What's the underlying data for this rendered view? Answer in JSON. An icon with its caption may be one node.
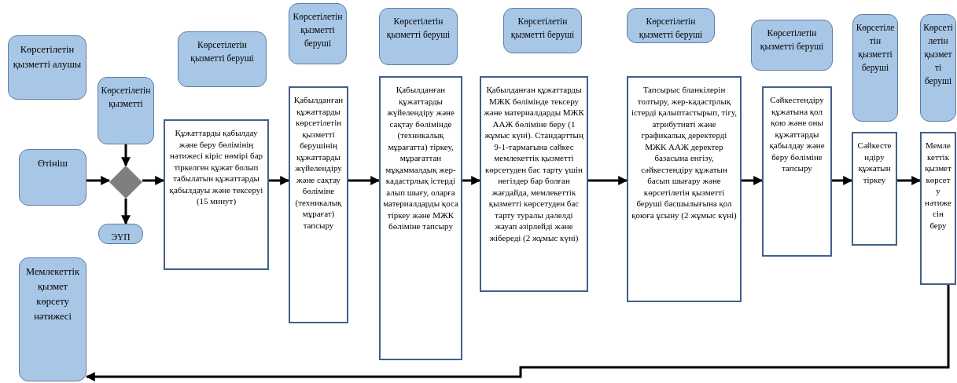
{
  "diagram": {
    "nodes": [
      {
        "text": [
          "Көрсетілетін қызметті алушы"
        ]
      },
      {
        "text": [
          "Өтініш"
        ]
      },
      {
        "text": [
          "Көрсетілетін қызметті"
        ]
      },
      {
        "text": [],
        "shape": "diamond"
      },
      {
        "text": [
          "ЭҮП"
        ]
      },
      {
        "text": [
          "Мемлекеттік қызмет көрсету нәтижесі"
        ]
      },
      {
        "text": [
          "Көрсетілетін қызметті беруші"
        ]
      },
      {
        "text": [
          "Құжаттарды қабылдау және беру бөлімінің нәтижесі кіріс нөмірі бар тіркелген құжат болып табылатын құжаттарды қабылдауы және тексеруі (15 минут)"
        ]
      },
      {
        "text": [
          "Көрсетілетін қызметті беруші"
        ]
      },
      {
        "text": [
          "Қабылданған құжаттарды көрсетілетін қызметті берушінің құжаттарды жүйелендіру және сақтау бөлімінe (техникалық мұрағат) тапсыру"
        ]
      },
      {
        "text": [
          "Көрсетілетін қызметті беруші"
        ]
      },
      {
        "text": [
          "Қабылданған құжаттарды жүйелендіру және сақтау бөлімінде (техникалық мұрағатта) тіркеу, мұрағаттан мұқаммалдық жер-кадастрлық істерді алып шығу, оларға материалдарды қоса тіркеу және МЖК бөліміне тапсыру"
        ]
      },
      {
        "text": [
          "Көрсетілетін қызметті беруші"
        ]
      },
      {
        "text": [
          "Қабылданған құжаттарды МЖК бөлімінде тексеру және материалдарды МЖК ААЖ бөліміне беру (1 жұмыс күні). Стандарттың 9-1-тармағына сәйкес мемлекеттік қызметті көрсетуден бас тарту үшін негіздер бар болған жағдайда, мемлекеттік қызметті көрсетуден бас тарту туралы дәлелді жауап әзірлейді және жібереді (2 жұмыс күні)"
        ]
      },
      {
        "text": [
          "Көрсетілетін қызметті беруші"
        ]
      },
      {
        "text": [
          "Тапсырыс бланкілерін толтыру, жер-кадастрлық істерді қалыптастырып, тігу, атрибутивті және графикалық деректерді МЖК ААЖ деректер базасына енгізу, сәйкестендіру құжатын басып шығару және көрсетілетін қызметті беруші басшылығына қол қоюға ұсыну (2 жұмыс күні)"
        ]
      },
      {
        "text": [
          "Көрсетілетін қызметті беруші"
        ]
      },
      {
        "text": [
          "Сәйкестендіру құжатына қол қою және оны құжаттарды қабылдау және беру бөліміне тапсыру"
        ]
      },
      {
        "text": [
          "Көрсетілетін қызметті беруші"
        ]
      },
      {
        "text": [
          "Сәйкестендіру құжатын тіркеу"
        ]
      },
      {
        "text": [
          "Көрсетілетін қызметті беруші"
        ]
      },
      {
        "text": [
          "Мемлекеттік қызмет көрсету нәтижесін беру"
        ]
      }
    ],
    "edges": [
      {
        "from": 1,
        "to": 3,
        "arrow": "to"
      },
      {
        "from": 2,
        "to": 3,
        "arrow": "to"
      },
      {
        "from": 3,
        "to": 4,
        "arrow": "to"
      },
      {
        "from": 3,
        "to": 7,
        "arrow": "to"
      },
      {
        "from": 7,
        "to": 9,
        "arrow": "to"
      },
      {
        "from": 9,
        "to": 11,
        "arrow": "to"
      },
      {
        "from": 11,
        "to": 13,
        "arrow": "to"
      },
      {
        "from": 13,
        "to": 15,
        "arrow": "to"
      },
      {
        "from": 15,
        "to": 17,
        "arrow": "to"
      },
      {
        "from": 17,
        "to": 19,
        "arrow": "to"
      },
      {
        "from": 19,
        "to": 21,
        "arrow": "to"
      },
      {
        "from": 21,
        "to": 5,
        "arrow": "to"
      }
    ]
  }
}
